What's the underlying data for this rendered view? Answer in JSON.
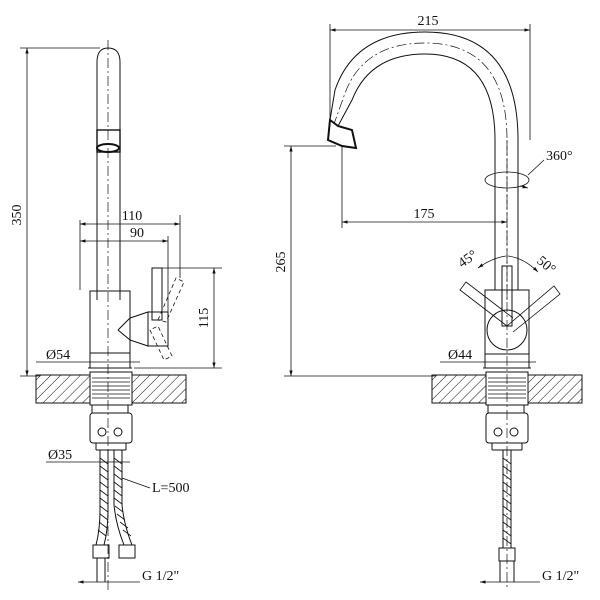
{
  "side_view": {
    "height_total": "350",
    "width_lever": "110",
    "width_body": "90",
    "height_body": "115",
    "base_diameter": "Ø54",
    "hose_diameter": "Ø35",
    "hose_length": "L=500",
    "thread": "G 1/2\""
  },
  "front_view": {
    "spout_reach_total": "215",
    "spout_reach": "175",
    "spout_height": "265",
    "rotation": "360°",
    "lever_angle_left": "45°",
    "lever_angle_right": "50°",
    "base_diameter": "Ø44",
    "thread": "G 1/2\""
  }
}
